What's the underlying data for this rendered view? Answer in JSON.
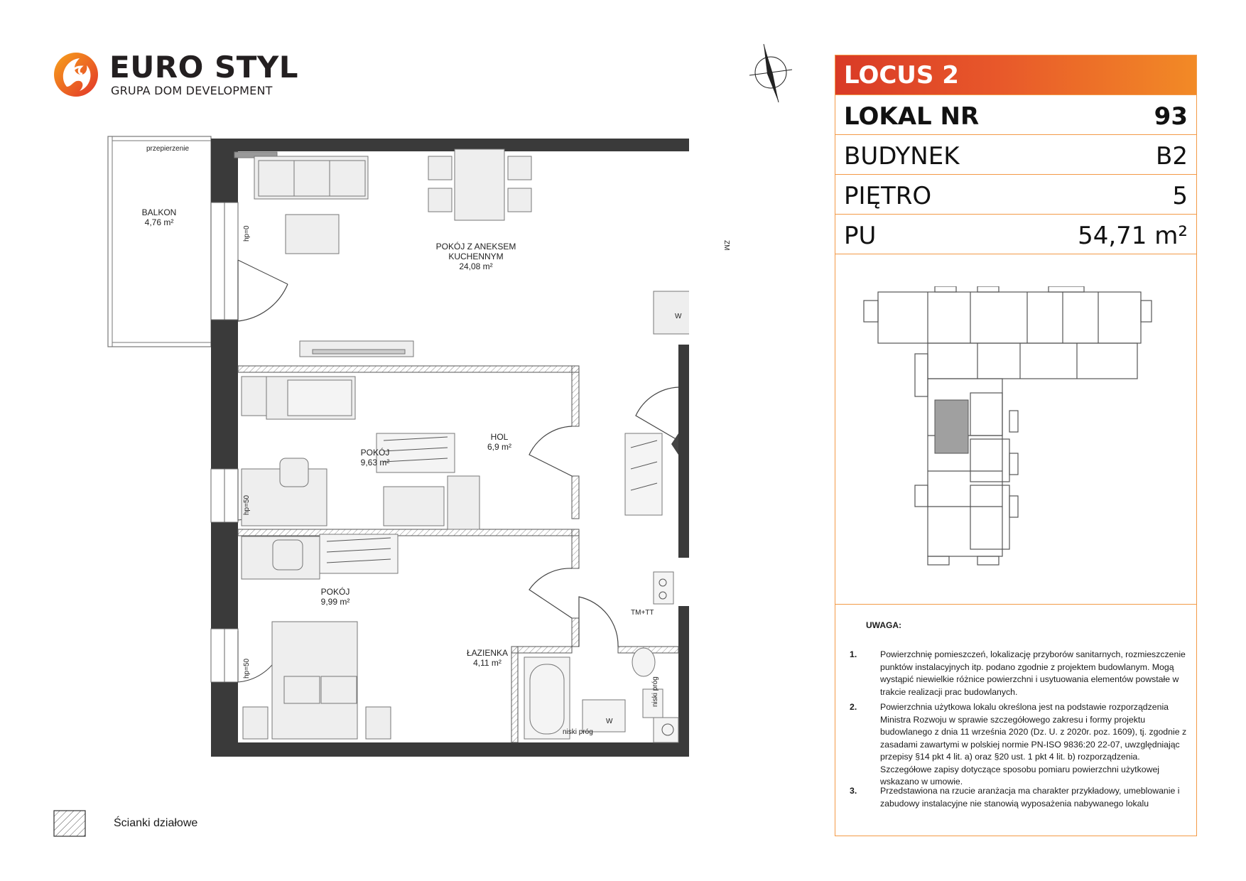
{
  "brand": {
    "name": "EURO STYL",
    "tagline": "GRUPA DOM DEVELOPMENT",
    "colors": {
      "primary": "#e8482a",
      "secondary": "#f39a27",
      "text": "#231f20"
    }
  },
  "compass": {
    "icon": "north-arrow-icon"
  },
  "plan": {
    "rooms": [
      {
        "name": "BALKON",
        "area": "4,76 m²"
      },
      {
        "name": "POKÓJ Z ANEKSEM",
        "name2": "KUCHENNYM",
        "area": "24,08 m²"
      },
      {
        "name": "POKÓJ",
        "area": "9,63 m²"
      },
      {
        "name": "HOL",
        "area": "6,9 m²"
      },
      {
        "name": "POKÓJ",
        "area": "9,99 m²"
      },
      {
        "name": "ŁAZIENKA",
        "area": "4,11 m²"
      }
    ],
    "labels": {
      "przepierzenie": "przepierzenie",
      "hp0": "hp=0",
      "hp50a": "hp=50",
      "hp50b": "hp=50",
      "tm_tt": "TM+TT",
      "niski_prog_a": "niski próg",
      "niski_prog_b": "niski próg",
      "w_a": "W",
      "w_b": "W",
      "zm": "ZM"
    }
  },
  "panel": {
    "project": "LOCUS 2",
    "rows": [
      {
        "key": "LOKAL NR",
        "value": "93"
      },
      {
        "key": "BUDYNEK",
        "value": "B2"
      },
      {
        "key": "PIĘTRO",
        "value": "5"
      },
      {
        "key": "PU",
        "value": "54,71 m²"
      }
    ],
    "notes_title": "UWAGA:",
    "notes": [
      {
        "num": "1.",
        "text": "Powierzchnię pomieszczeń, lokalizację przyborów sanitarnych, rozmieszczenie punktów instalacyjnych itp. podano zgodnie z projektem budowlanym. Mogą wystąpić niewielkie różnice powierzchni i usytuowania elementów powstałe w trakcie realizacji prac budowlanych."
      },
      {
        "num": "2.",
        "text": "Powierzchnia użytkowa lokalu określona jest na podstawie rozporządzenia Ministra Rozwoju w sprawie szczegółowego zakresu i formy projektu budowlanego z dnia 11 września 2020 (Dz. U. z 2020r. poz. 1609), tj. zgodnie z zasadami zawartymi w polskiej normie PN-ISO 9836:20 22-07, uwzględniając przepisy §14 pkt 4 lit. a) oraz §20 ust. 1 pkt 4 lit. b) rozporządzenia. Szczegółowe zapisy dotyczące sposobu pomiaru powierzchni użytkowej wskazano w umowie."
      },
      {
        "num": "3.",
        "text": "Przedstawiona na rzucie aranżacja ma charakter przykładowy, umeblowanie i zabudowy instalacyjne nie stanowią wyposażenia nabywanego lokalu"
      }
    ],
    "border_color": "#f39a47"
  },
  "legend": {
    "label": "Ścianki działowe",
    "icon": "hatched-wall-icon"
  }
}
